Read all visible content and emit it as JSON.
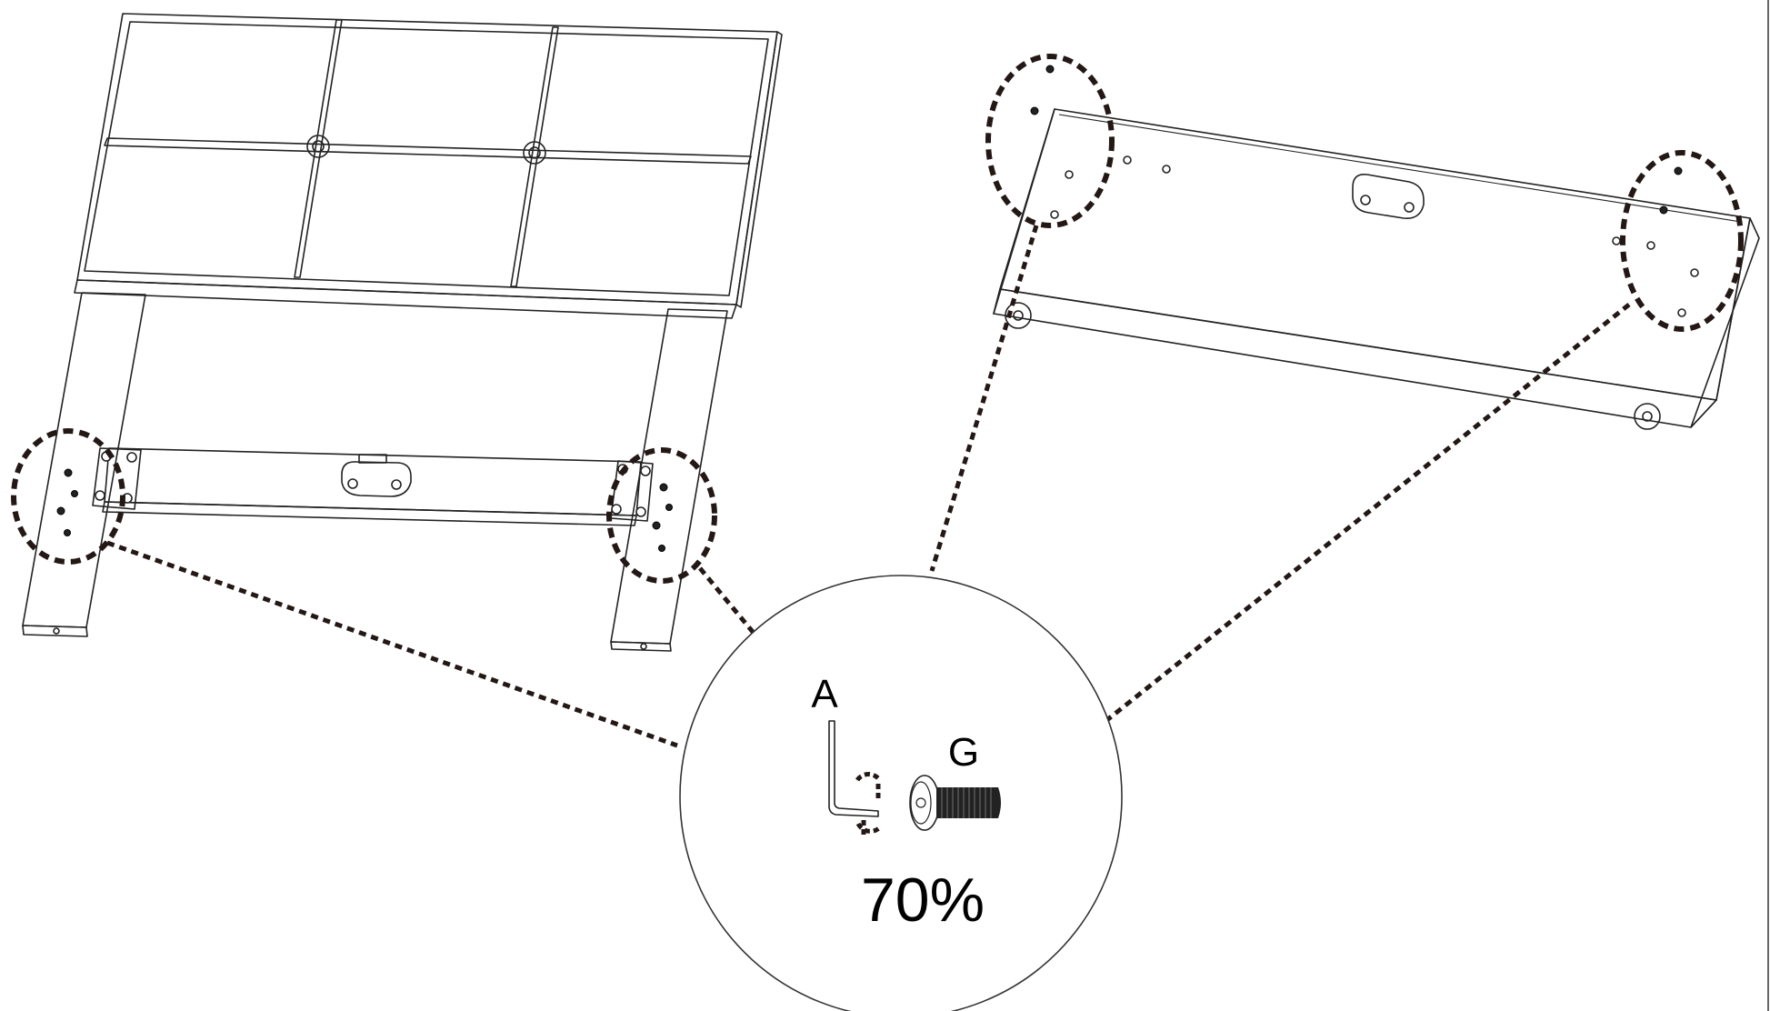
{
  "callout": {
    "tool_label": "A",
    "bolt_label": "G",
    "torque_text": "70%",
    "tool_icon": "allen-key-icon",
    "bolt_icon": "bolt-icon"
  },
  "colors": {
    "line": "#222222",
    "dashed_marker": "#231815",
    "background": "#ffffff"
  }
}
